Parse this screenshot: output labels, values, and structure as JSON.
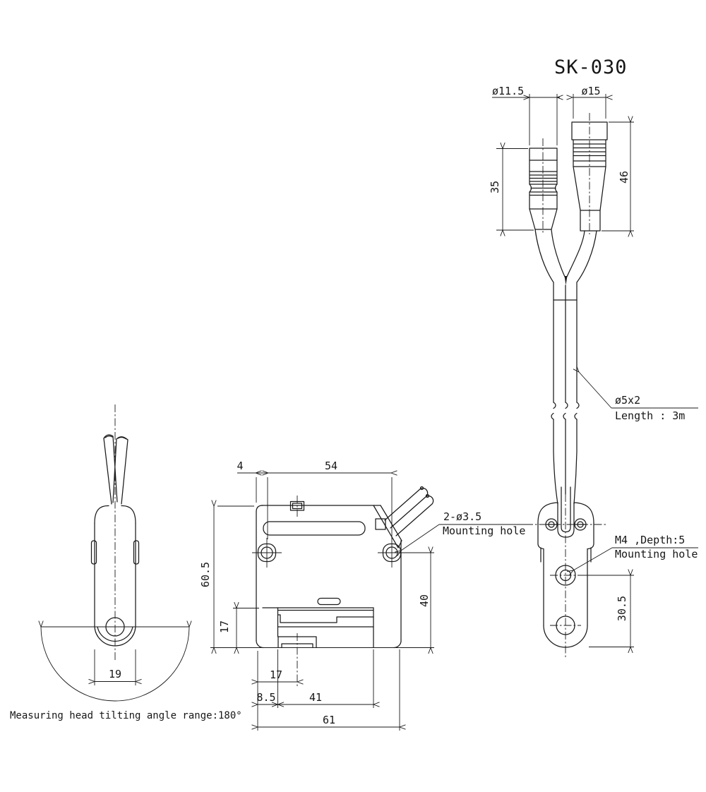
{
  "title": "SK-030",
  "colors": {
    "line": "#1a1a1a",
    "background": "#ffffff",
    "text": "#161616"
  },
  "connector_view": {
    "dim_small_plug_dia": "ø11.5",
    "dim_large_plug_dia": "ø15",
    "dim_small_plug_len": "35",
    "dim_large_plug_len": "46",
    "cable_spec": "ø5x2",
    "cable_length": "Length : 3m"
  },
  "head_view": {
    "screw_spec": "M4 ,Depth:5",
    "screw_label": "Mounting hole",
    "dim_hole_offset": "30.5"
  },
  "main_view": {
    "dim_edge_to_hole": "4",
    "dim_hole_spacing": "54",
    "dim_body_height": "60.5",
    "dim_base_height": "17",
    "dim_hole_to_bottom": "40",
    "dim_foot_center": "17",
    "dim_base_left": "8.5",
    "dim_base_width": "41",
    "dim_body_width": "61",
    "hole_spec": "2-ø3.5",
    "hole_label": "Mounting hole"
  },
  "side_view": {
    "dim_head_width": "19",
    "note": "Measuring head tilting angle range:180°"
  }
}
